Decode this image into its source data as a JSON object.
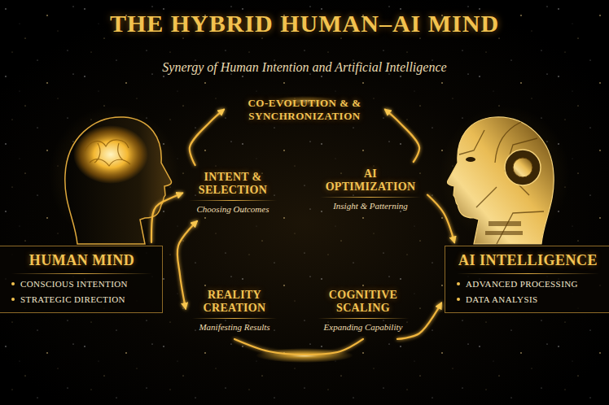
{
  "diagram": {
    "title": "THE HYBRID HUMAN–AI MIND",
    "nodes": [
      {
        "text": [
          "CO-EVOLUTION & & SYNCHRONIZATION"
        ]
      },
      {
        "text": [
          "INTENT & SELECTION",
          "Choosing Outcomes"
        ]
      },
      {
        "text": [
          "AI OPTIMIZATION",
          "Insight & Patterning"
        ]
      },
      {
        "text": [
          "HUMAN MIND",
          "CONSCIOUS INTENTION",
          "STRATEGIC DIRECTION"
        ]
      },
      {
        "text": [
          "AI INTELLIGENCE",
          "ADVANCED PROCESSING",
          "DATA ANALYSIS"
        ]
      },
      {
        "text": [
          "REALITY CREATION",
          "Manifesting Results"
        ]
      },
      {
        "text": [
          "COGNITIVE SCALING",
          "Expanding Capability"
        ]
      }
    ],
    "edges": [
      {
        "from": 1,
        "to": 0,
        "arrow": "to"
      },
      {
        "from": 2,
        "to": 0,
        "arrow": "to"
      },
      {
        "from": 3,
        "to": 1,
        "arrow": "to"
      },
      {
        "from": 1,
        "to": 5,
        "arrow": "both"
      },
      {
        "from": 2,
        "to": 4,
        "arrow": "to"
      },
      {
        "from": 6,
        "to": 4,
        "arrow": "to"
      },
      {
        "from": 5,
        "to": 6,
        "arrow": "none"
      }
    ],
    "labels": [
      "Synergy of Human Intention and Artificial Intelligence"
    ]
  }
}
